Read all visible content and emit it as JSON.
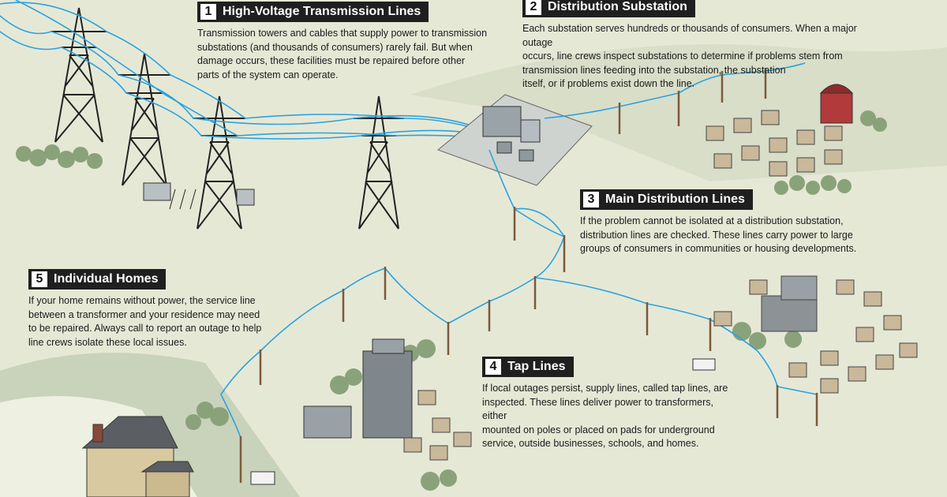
{
  "colors": {
    "background": "#e6e8d6",
    "wire": "#2aa3dd",
    "tower": "#222222",
    "header_bg": "#1f1f1f",
    "hill": "#c9d2bb",
    "tree": "#8aa27a"
  },
  "callouts": [
    {
      "number": "1",
      "title": "High-Voltage Transmission Lines",
      "lines": [
        "Transmission towers and cables that supply power to transmission",
        "substations (and thousands of consumers) rarely fail. But when",
        "damage occurs, these facilities must be repaired before other",
        "parts of the system can operate."
      ]
    },
    {
      "number": "2",
      "title": "Distribution Substation",
      "lines": [
        "Each substation serves hundreds or thousands of consumers. When a major outage",
        "occurs, line crews inspect substations to determine if problems stem from",
        "transmission lines feeding into the substation, the substation",
        "itself, or if problems exist down the line."
      ]
    },
    {
      "number": "3",
      "title": "Main Distribution Lines",
      "lines": [
        "If the problem cannot be isolated at a distribution substation,",
        "distribution lines are checked. These lines carry power to large",
        "groups of consumers in communities or housing developments."
      ]
    },
    {
      "number": "4",
      "title": "Tap Lines",
      "lines": [
        "If local outages persist, supply lines, called tap lines, are",
        "inspected. These lines deliver power to transformers, either",
        "mounted on poles or placed on pads for underground",
        "service, outside businesses, schools, and homes."
      ]
    },
    {
      "number": "5",
      "title": "Individual Homes",
      "lines": [
        "If your home remains without power, the service line",
        "between a transformer and your residence may need",
        "to be repaired. Always call to report an outage to help",
        "line crews isolate these local issues."
      ]
    }
  ]
}
